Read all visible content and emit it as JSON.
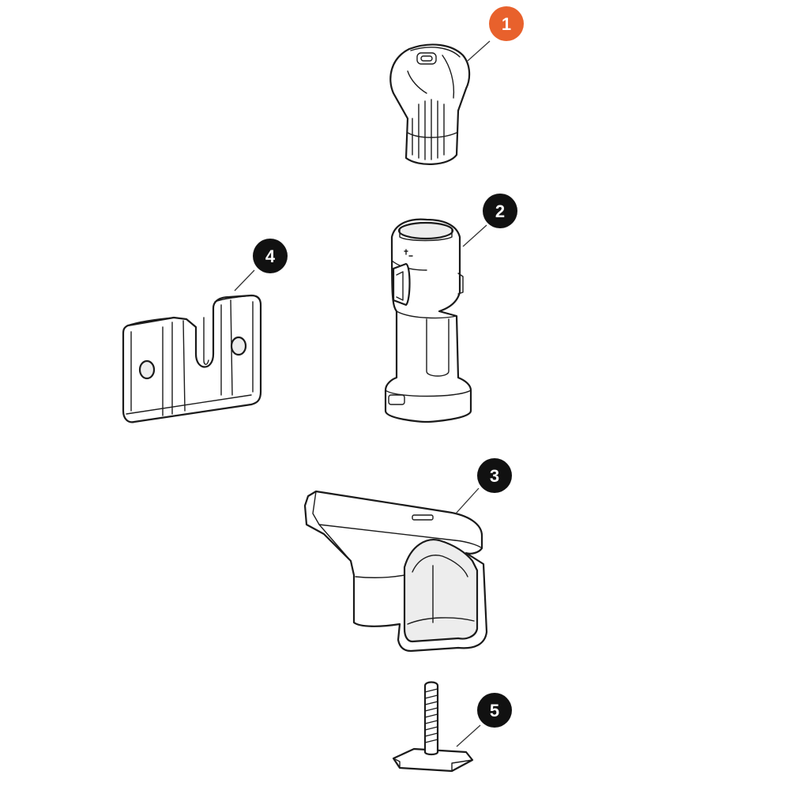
{
  "callouts": [
    {
      "label": "1",
      "color": "#e8612c",
      "part": "end-cap"
    },
    {
      "label": "2",
      "color": "#111111",
      "part": "lock-cylinder-housing"
    },
    {
      "label": "3",
      "color": "#111111",
      "part": "square-bar-clamp"
    },
    {
      "label": "4",
      "color": "#111111",
      "part": "slotted-mounting-plate"
    },
    {
      "label": "5",
      "color": "#111111",
      "part": "t-bolt"
    }
  ]
}
